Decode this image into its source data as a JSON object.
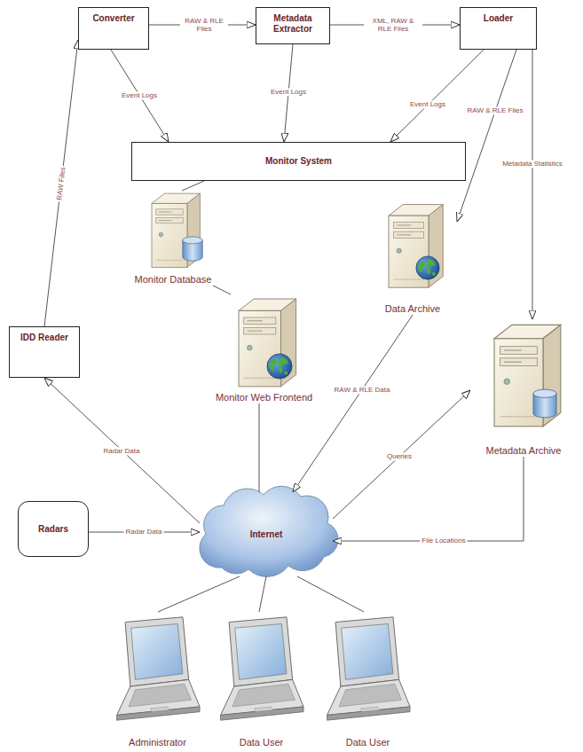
{
  "diagram": {
    "nodes": [
      {
        "text": [
          "Converter"
        ]
      },
      {
        "text": [
          "Metadata Extractor"
        ]
      },
      {
        "text": [
          "Loader"
        ]
      },
      {
        "text": [
          "Monitor System"
        ]
      },
      {
        "text": [
          "Monitor Database"
        ]
      },
      {
        "text": [
          "Data Archive"
        ]
      },
      {
        "text": [
          "IDD Reader"
        ]
      },
      {
        "text": [
          "Monitor Web Frontend"
        ]
      },
      {
        "text": [
          "Metadata Archive"
        ]
      },
      {
        "text": [
          "Internet"
        ]
      },
      {
        "text": [
          "Radars"
        ]
      },
      {
        "text": [
          "Administrator"
        ]
      },
      {
        "text": [
          "Data User"
        ]
      },
      {
        "text": [
          "Data User"
        ]
      }
    ],
    "edges": [
      {
        "from": 0,
        "to": 1,
        "label": "RAW & RLE Files",
        "arrow": "to"
      },
      {
        "from": 1,
        "to": 2,
        "label": "XML, RAW & RLE Files",
        "arrow": "to"
      },
      {
        "from": 0,
        "to": 3,
        "label": "Event Logs",
        "arrow": "to"
      },
      {
        "from": 1,
        "to": 3,
        "label": "Event Logs",
        "arrow": "to"
      },
      {
        "from": 2,
        "to": 3,
        "label": "Event Logs",
        "arrow": "to"
      },
      {
        "from": 2,
        "to": 5,
        "label": "RAW & RLE Files",
        "arrow": "to"
      },
      {
        "from": 2,
        "to": 8,
        "label": "Metadata Statistics",
        "arrow": "to"
      },
      {
        "from": 6,
        "to": 0,
        "label": "RAW Files",
        "arrow": "to"
      },
      {
        "from": 3,
        "to": 4,
        "arrow": "none"
      },
      {
        "from": 4,
        "to": 7,
        "arrow": "none"
      },
      {
        "from": 9,
        "to": 6,
        "label": "Radar Data",
        "arrow": "to"
      },
      {
        "from": 10,
        "to": 9,
        "label": "Radar Data",
        "arrow": "to"
      },
      {
        "from": 5,
        "to": 9,
        "label": "RAW & RLE Data",
        "arrow": "to"
      },
      {
        "from": 9,
        "to": 8,
        "label": "Queries",
        "arrow": "to"
      },
      {
        "from": 8,
        "to": 9,
        "label": "File Locations",
        "arrow": "to"
      },
      {
        "from": 7,
        "to": 9,
        "arrow": "none"
      },
      {
        "from": 11,
        "to": 9,
        "arrow": "none"
      },
      {
        "from": 12,
        "to": 9,
        "arrow": "none"
      },
      {
        "from": 13,
        "to": 9,
        "arrow": "none"
      }
    ]
  }
}
